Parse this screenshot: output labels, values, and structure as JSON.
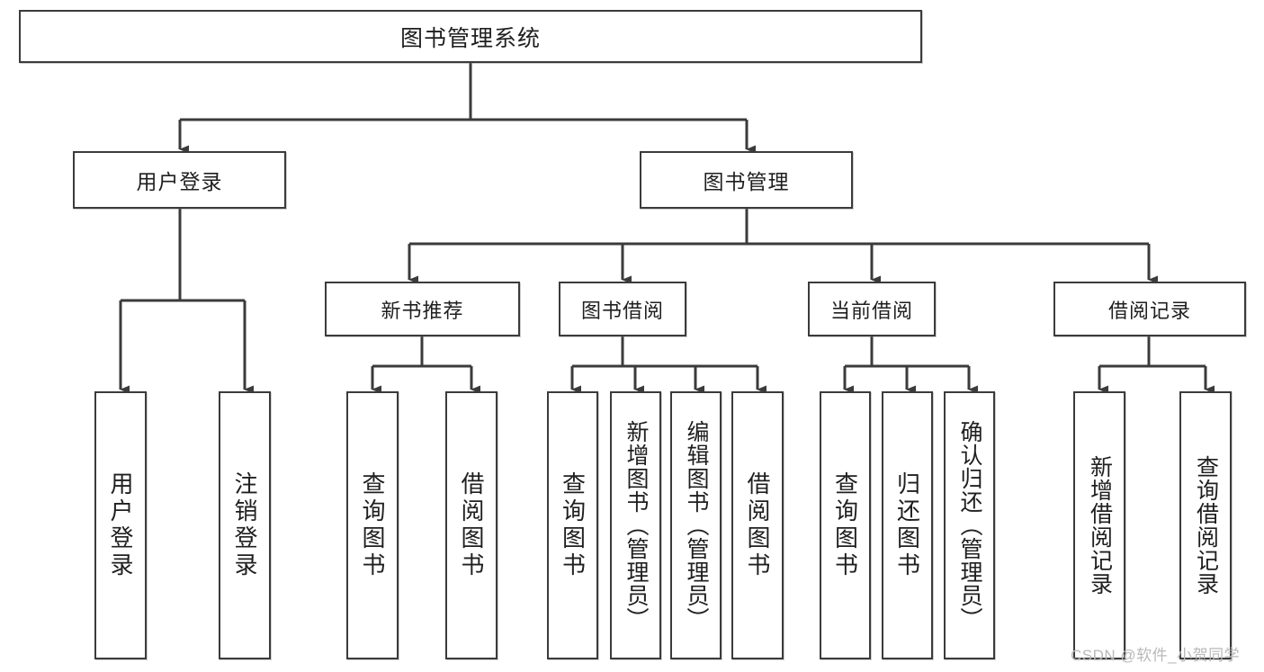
{
  "diagram": {
    "type": "tree",
    "title": "图书管理系统",
    "root": {
      "label": "图书管理系统"
    },
    "level1": [
      {
        "label": "用户登录"
      },
      {
        "label": "图书管理"
      }
    ],
    "level2": [
      {
        "label": "新书推荐"
      },
      {
        "label": "图书借阅"
      },
      {
        "label": "当前借阅"
      },
      {
        "label": "借阅记录"
      }
    ],
    "leaves": {
      "user_login": [
        {
          "label": "用户登录"
        },
        {
          "label": "注销登录"
        }
      ],
      "new_book_rec": [
        {
          "label": "查询图书"
        },
        {
          "label": "借阅图书"
        }
      ],
      "book_borrow": [
        {
          "label": "查询图书"
        },
        {
          "label": "新增图书（管理员）"
        },
        {
          "label": "编辑图书（管理员）"
        },
        {
          "label": "借阅图书"
        }
      ],
      "current_borrow": [
        {
          "label": "查询图书"
        },
        {
          "label": "归还图书"
        },
        {
          "label": "确认归还（管理员）"
        }
      ],
      "borrow_log": [
        {
          "label": "新增借阅记录"
        },
        {
          "label": "查询借阅记录"
        }
      ]
    }
  },
  "watermark": {
    "text": "CSDN @软件_小贺同学"
  },
  "colors": {
    "box_border": "#3b3b3b",
    "box_fill": "#ffffff",
    "connector": "#3b3b3b",
    "text": "#1f1f1f",
    "watermark": "#b9b9b9"
  }
}
